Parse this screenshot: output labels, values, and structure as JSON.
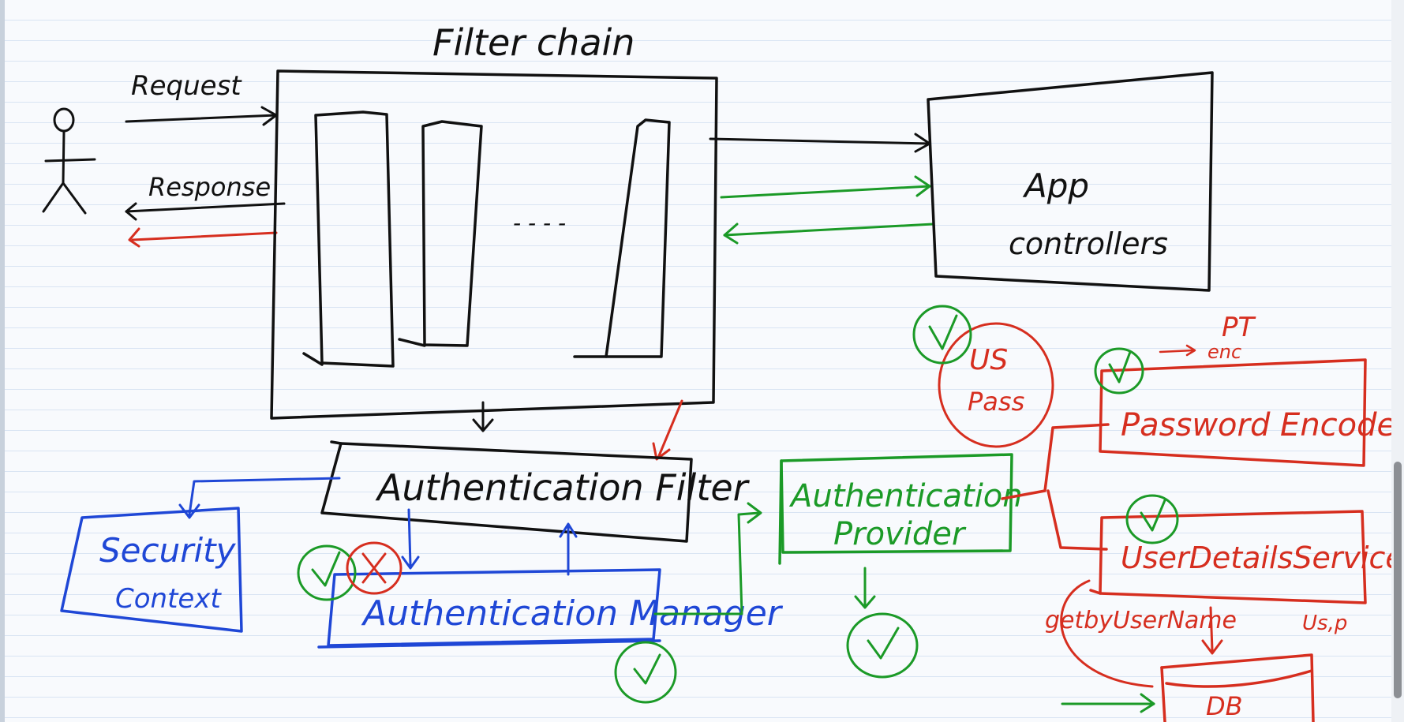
{
  "title": "Filter chain",
  "actor": {
    "request": "Request",
    "response": "Response"
  },
  "boxes": {
    "filter_chain": "Filter chain",
    "app_controllers": [
      "App",
      "controllers"
    ],
    "authentication_filter": "Authentication Filter",
    "security_context": [
      "Security",
      "Context"
    ],
    "authentication_manager": "Authentication Manager",
    "authentication_provider": [
      "Authentication",
      "Provider"
    ],
    "password_encoder": "Password Encoder",
    "user_details_service": "UserDetailsService",
    "db": "DB"
  },
  "annotations": {
    "us_pass": [
      "US",
      "Pass"
    ],
    "pt": "PT",
    "enc": "enc",
    "get_by_username": "getbyUserName",
    "us_p": "Us,p",
    "dots": "- - - -"
  },
  "colors": {
    "black": "#111111",
    "green": "#1b9a27",
    "red": "#d62e1f",
    "blue": "#1f47d6",
    "paper": "#f8fafd",
    "rule": "#d9e4f3"
  },
  "icons": [
    "stick-figure-icon",
    "check-circle-icon",
    "cross-circle-icon"
  ]
}
